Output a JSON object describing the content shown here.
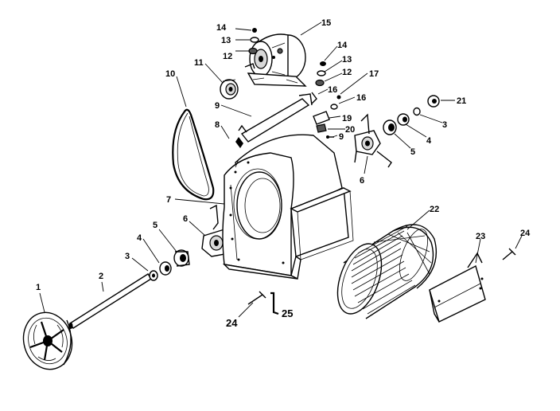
{
  "callouts": [
    {
      "key": "c1",
      "text": "1"
    },
    {
      "key": "c2",
      "text": "2"
    },
    {
      "key": "c3a",
      "text": "3"
    },
    {
      "key": "c4a",
      "text": "4"
    },
    {
      "key": "c5a",
      "text": "5"
    },
    {
      "key": "c6a",
      "text": "6"
    },
    {
      "key": "c7",
      "text": "7"
    },
    {
      "key": "c8",
      "text": "8"
    },
    {
      "key": "c9",
      "text": "9"
    },
    {
      "key": "c10",
      "text": "10"
    },
    {
      "key": "c11",
      "text": "11"
    },
    {
      "key": "c12a",
      "text": "12"
    },
    {
      "key": "c13a",
      "text": "13"
    },
    {
      "key": "c14a",
      "text": "14"
    },
    {
      "key": "c15",
      "text": "15"
    },
    {
      "key": "c14b",
      "text": "14"
    },
    {
      "key": "c13b",
      "text": "13"
    },
    {
      "key": "c12b",
      "text": "12"
    },
    {
      "key": "c16a",
      "text": "16"
    },
    {
      "key": "c17",
      "text": "17"
    },
    {
      "key": "c16b",
      "text": "16"
    },
    {
      "key": "c19",
      "text": "19"
    },
    {
      "key": "c20",
      "text": "20"
    },
    {
      "key": "c9b",
      "text": "9"
    },
    {
      "key": "c6b",
      "text": "6"
    },
    {
      "key": "c5b",
      "text": "5"
    },
    {
      "key": "c4b",
      "text": "4"
    },
    {
      "key": "c3b",
      "text": "3"
    },
    {
      "key": "c21",
      "text": "21"
    },
    {
      "key": "c22",
      "text": "22"
    },
    {
      "key": "c23",
      "text": "23"
    },
    {
      "key": "c24a",
      "text": "24"
    },
    {
      "key": "c24b",
      "text": "24"
    },
    {
      "key": "c25",
      "text": "25"
    }
  ],
  "colors": {
    "ink": "#000000",
    "paper": "#ffffff"
  }
}
